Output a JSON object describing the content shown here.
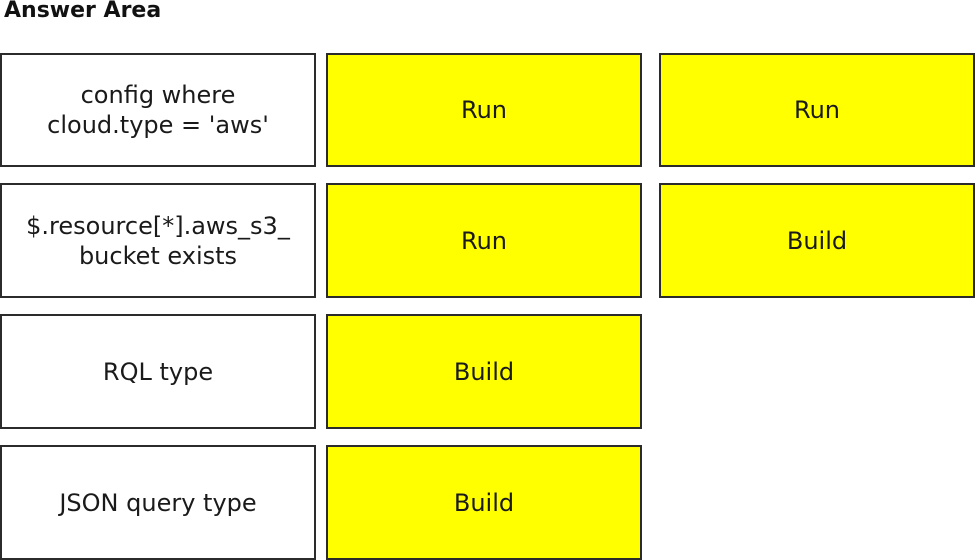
{
  "header": {
    "title": "Answer Area"
  },
  "rows": [
    {
      "label": "config where cloud.type = 'aws'",
      "answers": [
        "Run",
        "Run"
      ]
    },
    {
      "label": "$.resource[*].aws_s3_ bucket exists",
      "answers": [
        "Run",
        "Build"
      ]
    },
    {
      "label": "RQL type",
      "answers": [
        "Build"
      ]
    },
    {
      "label": "JSON query type",
      "answers": [
        "Build"
      ]
    }
  ],
  "colors": {
    "answer_fill": "#ffff00",
    "border": "#2b2b2b",
    "label_fill": "#ffffff"
  }
}
